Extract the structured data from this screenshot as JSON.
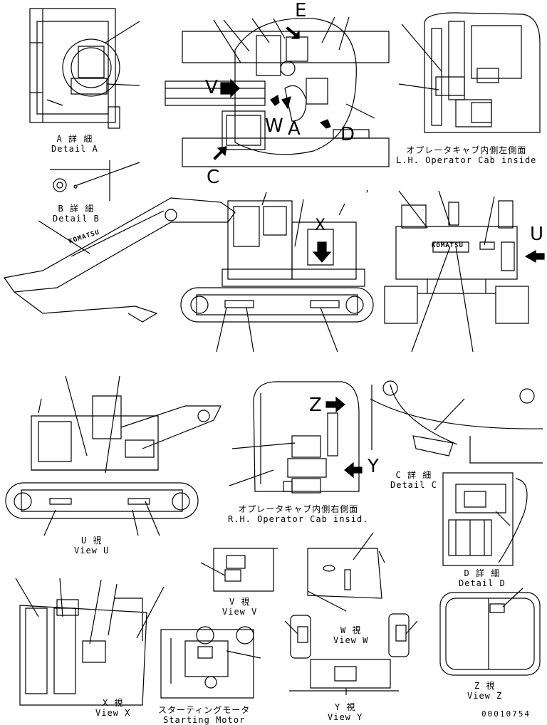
{
  "views": {
    "detail_a": {
      "jp": "A 詳 細",
      "en": "Detail A"
    },
    "detail_b": {
      "jp": "B 詳 細",
      "en": "Detail B"
    },
    "lh_cab": {
      "jp": "オプレータキャブ内側左側面",
      "en": "L.H. Operator Cab inside"
    },
    "rh_cab": {
      "jp": "オプレータキャブ内側右側面",
      "en": "R.H. Operator Cab insid."
    },
    "detail_c": {
      "jp": "C 詳 細",
      "en": "Detail C"
    },
    "detail_d": {
      "jp": "D 詳 細",
      "en": "Detail D"
    },
    "view_u": {
      "jp": "U 視",
      "en": "View U"
    },
    "view_v": {
      "jp": "V 視",
      "en": "View V"
    },
    "view_w": {
      "jp": "W 視",
      "en": "View W"
    },
    "view_x": {
      "jp": "X 視",
      "en": "View X"
    },
    "view_y": {
      "jp": "Y 視",
      "en": "View Y"
    },
    "view_z": {
      "jp": "Z 視",
      "en": "View Z"
    },
    "starting_motor": {
      "jp": "スターティングモータ",
      "en": "Starting Motor"
    }
  },
  "letters": {
    "a": "A",
    "c": "C",
    "d": "D",
    "e": "E",
    "v": "V",
    "w": "W",
    "x": "X",
    "y": "Y",
    "z": "Z",
    "u": "U"
  },
  "brand": "KOMATSU",
  "doc_number": "00010754",
  "stray_mark": ","
}
